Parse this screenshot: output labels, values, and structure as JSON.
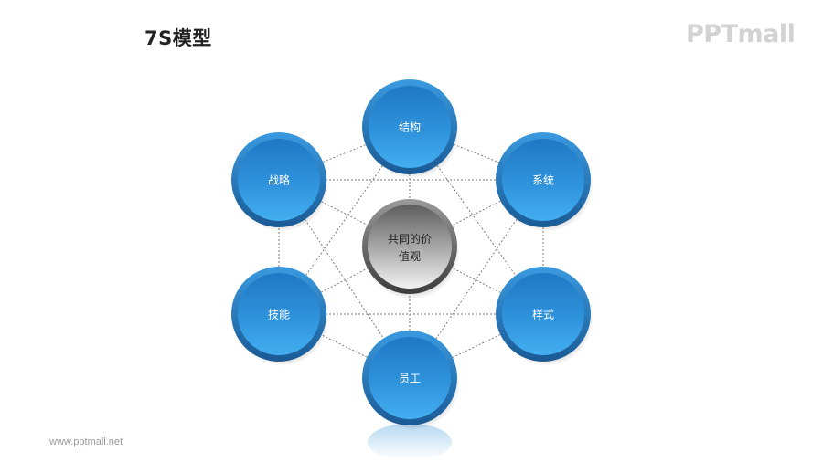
{
  "header": {
    "title": "7S模型",
    "logo": "PPTmall"
  },
  "footer": {
    "url": "www.pptmall.net"
  },
  "diagram": {
    "center": {
      "line1": "共同的价",
      "line2": "值观"
    },
    "nodes": [
      {
        "id": "structure",
        "label": "结构"
      },
      {
        "id": "systems",
        "label": "系统"
      },
      {
        "id": "style",
        "label": "样式"
      },
      {
        "id": "staff",
        "label": "员工"
      },
      {
        "id": "skills",
        "label": "技能"
      },
      {
        "id": "strategy",
        "label": "战略"
      }
    ],
    "colors": {
      "node_fill": "#2e8fd6",
      "node_border": "#1d5f99",
      "center_fill": "#8a8a8a",
      "center_border": "#555555",
      "connector": "#888888"
    }
  }
}
